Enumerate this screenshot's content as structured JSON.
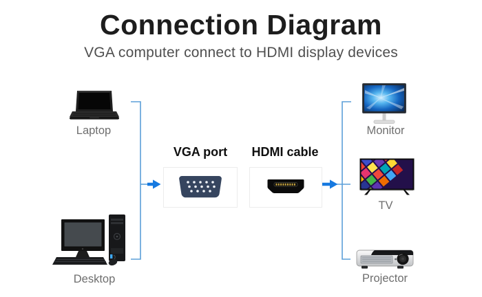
{
  "header": {
    "title": "Connection Diagram",
    "subtitle": "VGA computer connect to HDMI display devices"
  },
  "sources": [
    {
      "id": "laptop",
      "label": "Laptop",
      "icon": "laptop-icon"
    },
    {
      "id": "desktop",
      "label": "Desktop",
      "icon": "desktop-icon"
    }
  ],
  "connectors": [
    {
      "id": "vga",
      "label": "VGA port",
      "icon": "vga-port-icon"
    },
    {
      "id": "hdmi",
      "label": "HDMI cable",
      "icon": "hdmi-cable-icon"
    }
  ],
  "displays": [
    {
      "id": "monitor",
      "label": "Monitor",
      "icon": "monitor-icon"
    },
    {
      "id": "tv",
      "label": "TV",
      "icon": "tv-icon"
    },
    {
      "id": "projector",
      "label": "Projector",
      "icon": "projector-icon"
    }
  ],
  "colors": {
    "wire_line": "#5b9fd8",
    "arrow": "#1679e0",
    "title_text": "#1d1d1d",
    "subtitle_text": "#4f4f4f",
    "device_label_text": "#6e6e6e",
    "connector_label_text": "#0f0f0f",
    "card_border": "#ececec",
    "vga_connector_body": "#36455f",
    "hdmi_connector_body": "#0b0b0b",
    "hdmi_pins_gold": "#c8a53f"
  }
}
